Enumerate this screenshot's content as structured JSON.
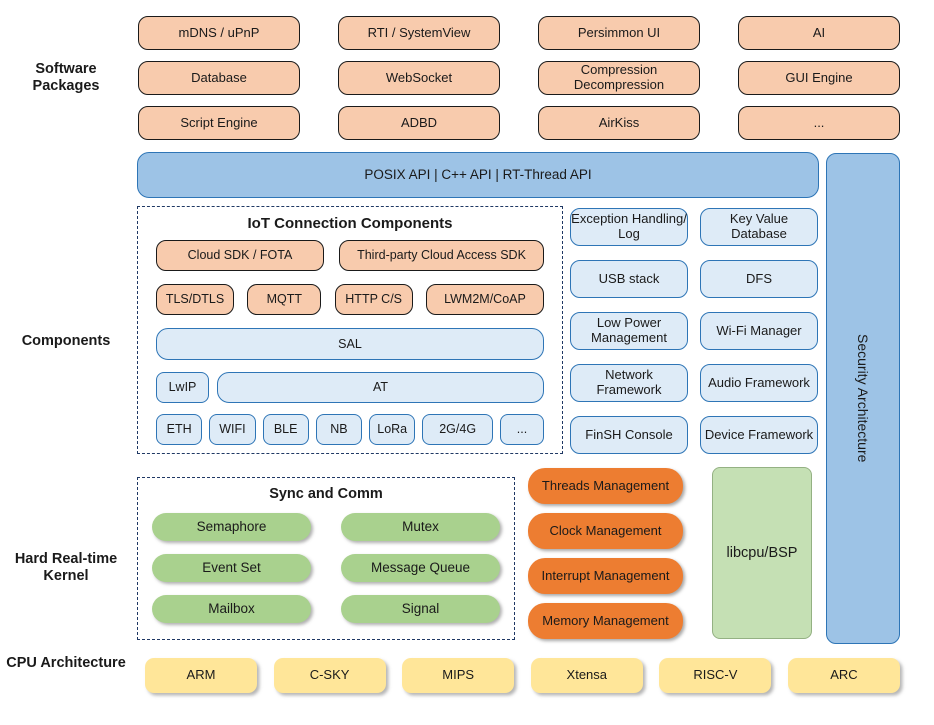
{
  "side_labels": {
    "software": "Software Packages",
    "components": "Components",
    "kernel": "Hard Real-time Kernel",
    "cpu": "CPU Architecture"
  },
  "software_packages": {
    "items": [
      "mDNS / uPnP",
      "RTI / SystemView",
      "Persimmon UI",
      "AI",
      "Database",
      "WebSocket",
      "Compression Decompression",
      "GUI Engine",
      "Script Engine",
      "ADBD",
      "AirKiss",
      "..."
    ]
  },
  "api_bar": {
    "label": "POSIX API | C++ API | RT-Thread API"
  },
  "security": {
    "label": "Security Architecture"
  },
  "iot": {
    "title": "IoT Connection Components",
    "sdk_row": [
      "Cloud SDK / FOTA",
      "Third-party Cloud Access SDK"
    ],
    "protocol_row": [
      "TLS/DTLS",
      "MQTT",
      "HTTP C/S",
      "LWM2M/CoAP"
    ],
    "sal": "SAL",
    "lwip": "LwIP",
    "at": "AT",
    "links": [
      "ETH",
      "WIFI",
      "BLE",
      "NB",
      "LoRa",
      "2G/4G",
      "..."
    ]
  },
  "right_components": {
    "items": [
      "Exception Handling/ Log",
      "Key Value Database",
      "USB stack",
      "DFS",
      "Low Power Management",
      "Wi-Fi Manager",
      "Network Framework",
      "Audio Framework",
      "FinSH Console",
      "Device Framework"
    ]
  },
  "kernel": {
    "sync_title": "Sync and Comm",
    "sync_items": [
      "Semaphore",
      "Mutex",
      "Event Set",
      "Message Queue",
      "Mailbox",
      "Signal"
    ],
    "management": [
      "Threads Management",
      "Clock Management",
      "Interrupt Management",
      "Memory Management"
    ],
    "libcpu": "libcpu/BSP"
  },
  "cpu": {
    "items": [
      "ARM",
      "C-SKY",
      "MIPS",
      "Xtensa",
      "RISC-V",
      "ARC"
    ]
  },
  "colors": {
    "package_fill": "#F8CBAD",
    "api_fill": "#9DC3E6",
    "api_border": "#2E75B6",
    "component_fill": "#DEEBF7",
    "sync_fill": "#A9D18E",
    "management_fill": "#ED7D31",
    "libcpu_fill": "#C5E0B4",
    "cpu_fill": "#FFE699",
    "dashed_border": "#1F3864"
  }
}
